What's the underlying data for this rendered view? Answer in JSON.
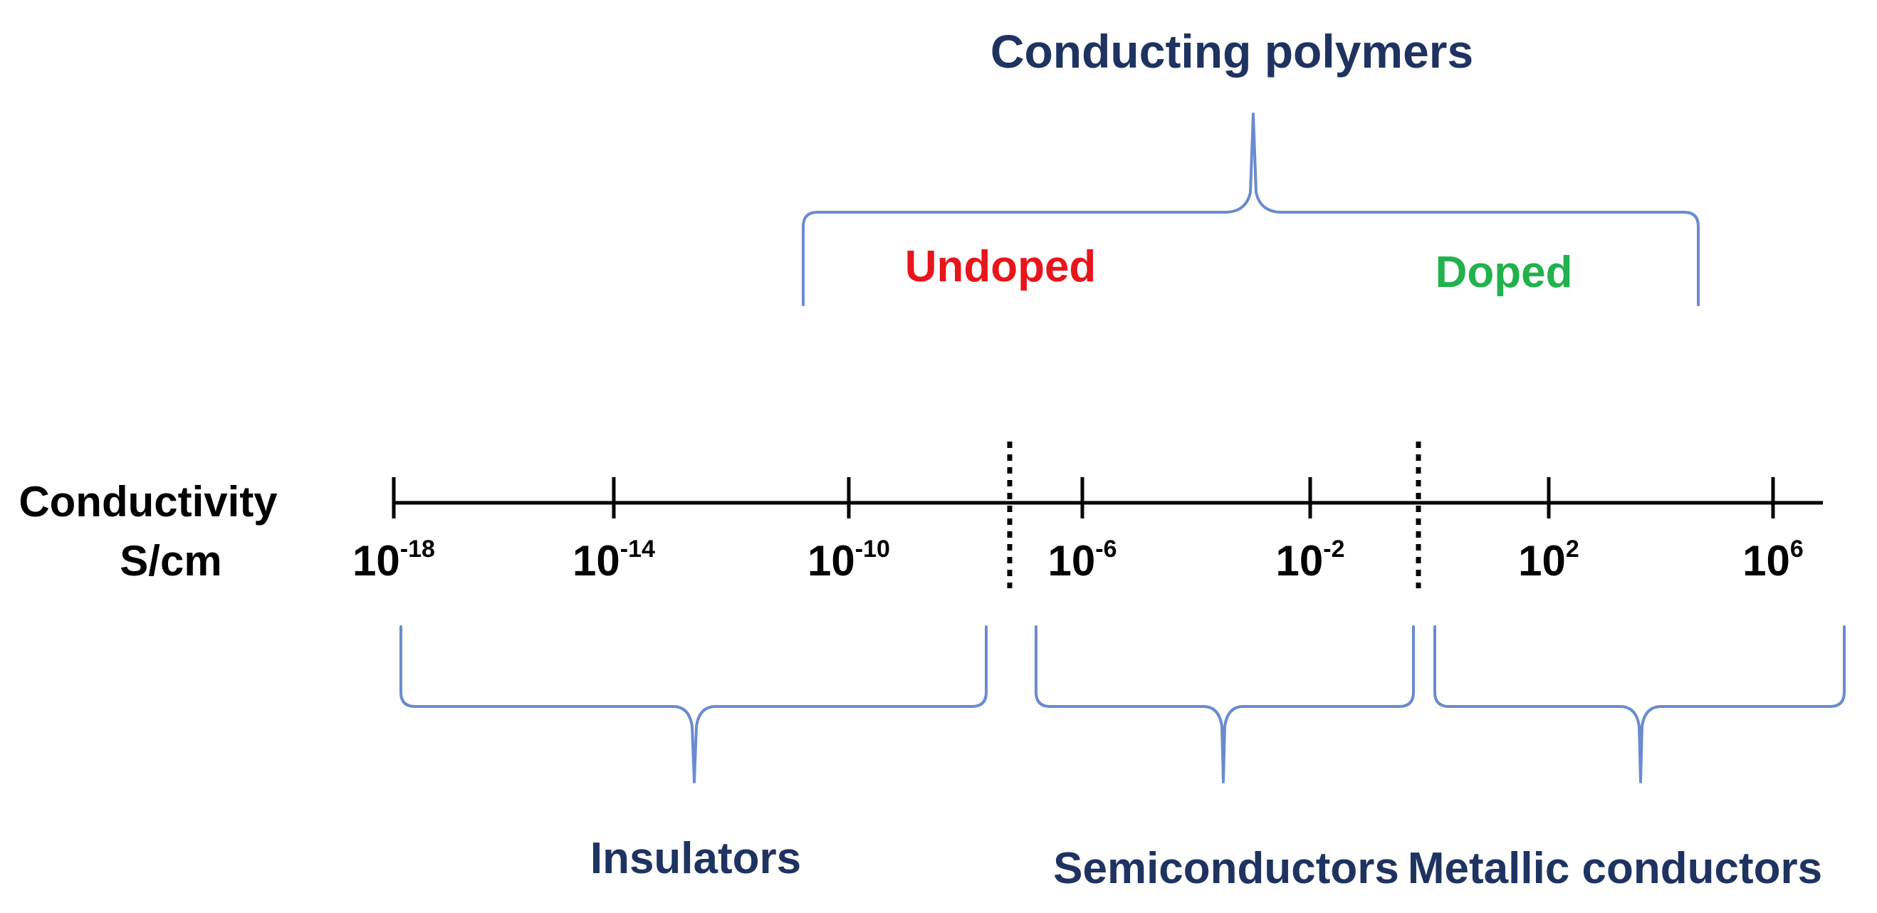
{
  "title": "Conducting polymers",
  "polymer_states": {
    "undoped": {
      "label": "Undoped",
      "color": "#e8151b"
    },
    "doped": {
      "label": "Doped",
      "color": "#22b14c"
    }
  },
  "axis": {
    "label_line1": "Conductivity",
    "label_line2": "S/cm",
    "ticks": [
      {
        "base": "10",
        "exp": "-18"
      },
      {
        "base": "10",
        "exp": "-14"
      },
      {
        "base": "10",
        "exp": "-10"
      },
      {
        "base": "10",
        "exp": "-6"
      },
      {
        "base": "10",
        "exp": "-2"
      },
      {
        "base": "10",
        "exp": "2"
      },
      {
        "base": "10",
        "exp": "6"
      }
    ]
  },
  "categories": {
    "insulators": "Insulators",
    "semiconductors": "Semiconductors",
    "metallic": "Metallic conductors"
  },
  "colors": {
    "label_text": "#1f3361",
    "brace": "#6a8bcf",
    "axis": "#000000"
  }
}
